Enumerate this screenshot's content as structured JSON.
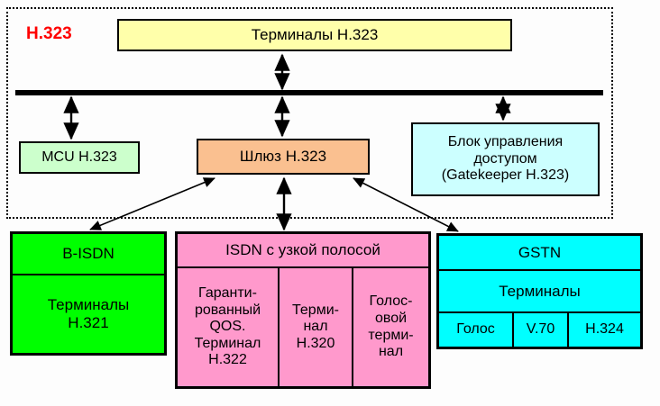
{
  "diagram": {
    "title_label": "H.323",
    "zone": {
      "name": "h323-zone",
      "label": "H.323",
      "label_color": "#ff0000",
      "border_style": "dotted"
    },
    "bus": {
      "name": "network-bus-line",
      "color": "#000000"
    },
    "nodes": [
      {
        "id": "terminals-h323",
        "label": "Терминалы H.323",
        "color": "#ffffaa"
      },
      {
        "id": "mcu-h323",
        "label": "MCU H.323",
        "color": "#ccffcc"
      },
      {
        "id": "gateway-h323",
        "label": "Шлюз H.323",
        "color": "#fac090"
      },
      {
        "id": "gatekeeper",
        "label_line1": "Блок управления",
        "label_line2": "доступом",
        "label_line3": "(Gatekeeper H.323)",
        "color": "#ccffff"
      }
    ],
    "networks": [
      {
        "id": "b-isdn",
        "header": "B-ISDN",
        "color": "#00ff00",
        "body": [
          "Терминалы\nH.321"
        ]
      },
      {
        "id": "isdn-narrowband",
        "header": "ISDN с узкой полосой",
        "color": "#ff99cc",
        "body": [
          "Гаранти-\nрованный\nQOS.\nТерминал\nH.322",
          "Терми-\nнал\nH.320",
          "Голос-\nовой\nтерми-\nнал"
        ]
      },
      {
        "id": "gstn",
        "header": "GSTN",
        "subheader": "Терминалы",
        "color": "#00ffff",
        "body": [
          "Голос",
          "V.70",
          "H.324"
        ]
      }
    ],
    "connections": [
      {
        "id": "terminals-to-bus",
        "type": "double-arrow",
        "orientation": "vertical"
      },
      {
        "id": "bus-to-mcu",
        "type": "double-arrow",
        "orientation": "vertical"
      },
      {
        "id": "bus-to-gateway",
        "type": "double-arrow",
        "orientation": "vertical"
      },
      {
        "id": "bus-to-gatekeeper",
        "type": "double-arrow",
        "orientation": "vertical"
      },
      {
        "id": "gateway-to-bisdn",
        "type": "double-arrow",
        "orientation": "diagonal"
      },
      {
        "id": "gateway-to-isdn",
        "type": "double-arrow",
        "orientation": "vertical"
      },
      {
        "id": "gateway-to-gstn",
        "type": "double-arrow",
        "orientation": "diagonal"
      }
    ]
  }
}
